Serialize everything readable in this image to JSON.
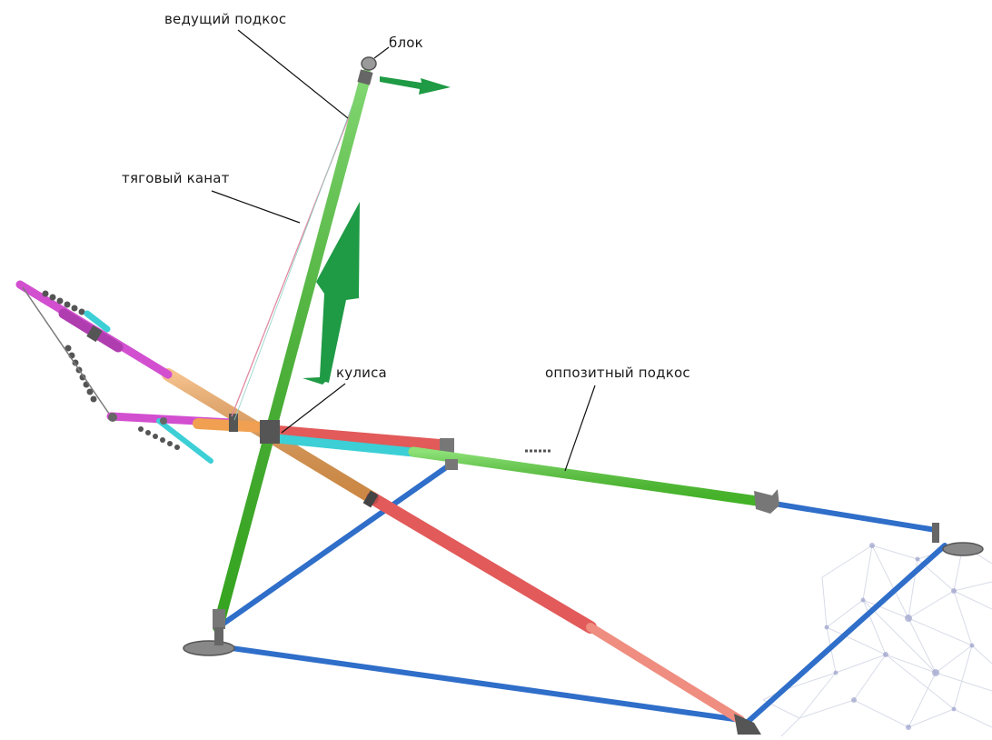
{
  "labels": {
    "leading_strut": "ведущий подкос",
    "block": "блок",
    "traction_rope": "тяговый канат",
    "kulisa": "кулиса",
    "opposite_strut": "оппозитный подкос"
  },
  "colors": {
    "leading_strut": "#3fc226",
    "opposite_strut": "#4fd12e",
    "base_frame": "#2f6ec9",
    "arm_orange": "#f0a050",
    "arm_red": "#e25a5a",
    "arm_magenta": "#d24fd0",
    "arm_cyan": "#3ccfd6",
    "arrow": "#1f9a45",
    "insulator": "#555555",
    "rope": "#e08aa0"
  },
  "icons": {
    "motion_arrow": "arrow-up-icon",
    "block_arrow": "arrow-right-icon",
    "watermark": "network-pattern"
  }
}
